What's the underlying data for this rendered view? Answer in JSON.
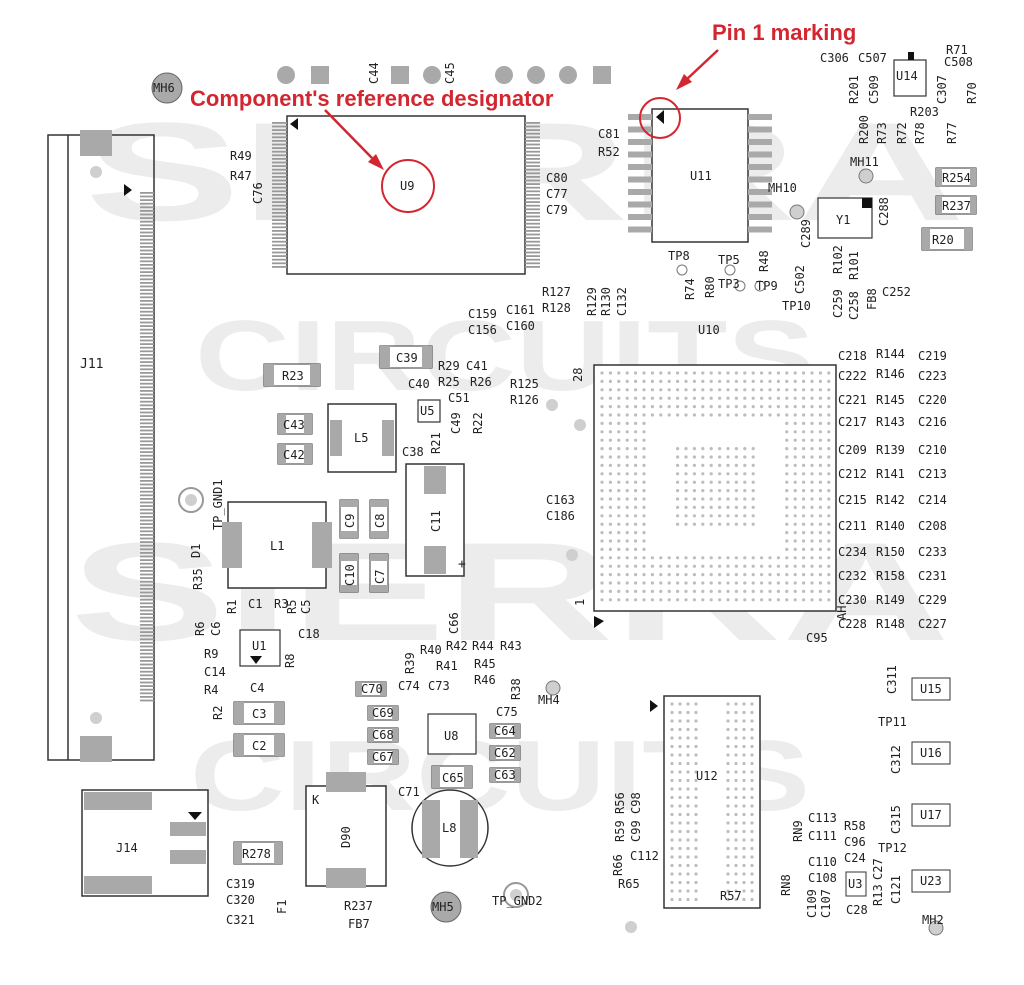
{
  "callouts": {
    "pin1": "Pin 1 marking",
    "refdes": "Component's reference designator"
  },
  "watermark": {
    "top": "SIERRA",
    "top2": "CIRCUITS",
    "bottom": "SIERRA",
    "bottom2": "CIRCUITS"
  },
  "colors": {
    "callout": "#d22630",
    "silk": "#222222",
    "pad": "#a9a9a9",
    "watermark": "#ececec"
  },
  "parts": {
    "MH6": "MH6",
    "MH11": "MH11",
    "MH10": "MH10",
    "MH4": "MH4",
    "MH5": "MH5",
    "MH2": "MH2",
    "U9": "U9",
    "U11": "U11",
    "U14": "U14",
    "Y1": "Y1",
    "U10": "U10",
    "U5": "U5",
    "L5": "L5",
    "L1": "L1",
    "C11": "C11",
    "U1": "U1",
    "U8": "U8",
    "L8": "L8",
    "D90": "D90",
    "J11": "J11",
    "J14": "J14",
    "U12": "U12",
    "U15": "U15",
    "U16": "U16",
    "U17": "U17",
    "U23": "U23",
    "U3": "U3",
    "R23": "R23",
    "C39": "C39",
    "C43": "C43",
    "C42": "C42",
    "C9": "C9",
    "C8": "C8",
    "C10": "C10",
    "C7": "C7",
    "C3": "C3",
    "C2": "C2",
    "C70": "C70",
    "C69": "C69",
    "C68": "C68",
    "C67": "C67",
    "C65": "C65",
    "C64": "C64",
    "C62": "C62",
    "C63": "C63",
    "R278": "R278",
    "R254": "R254",
    "R237": "R237",
    "R20": "R20",
    "R49": "R49",
    "R47": "R47",
    "C76": "C76",
    "C44": "C44",
    "C45": "C45",
    "C81": "C81",
    "R52": "R52",
    "C80": "C80",
    "C77": "C77",
    "C79": "C79",
    "C306": "C306",
    "C507": "C507",
    "R71": "R71",
    "C508": "C508",
    "R70": "R70",
    "R201": "R201",
    "C509": "C509",
    "C307": "C307",
    "R200": "R200",
    "R203": "R203",
    "R73": "R73",
    "R72": "R72",
    "R78": "R78",
    "R77": "R77",
    "C289": "C289",
    "C288": "C288",
    "TP8": "TP8",
    "TP5": "TP5",
    "R48": "R48",
    "R74": "R74",
    "R80": "R80",
    "TP3": "TP3",
    "TP9": "TP9",
    "C502": "C502",
    "TP10": "TP10",
    "R102": "R102",
    "R101": "R101",
    "C259": "C259",
    "C258": "C258",
    "FB8": "FB8",
    "C252": "C252",
    "R127": "R127",
    "R128": "R128",
    "R129": "R129",
    "R130": "R130",
    "C132": "C132",
    "C159": "C159",
    "C161": "C161",
    "C156": "C156",
    "C160": "C160",
    "R29": "R29",
    "C41": "C41",
    "R25": "R25",
    "R26": "R26",
    "C40": "C40",
    "C51": "C51",
    "C49": "C49",
    "R22": "R22",
    "R21": "R21",
    "C38": "C38",
    "R125": "R125",
    "R126": "R126",
    "C218": "C218",
    "R144": "R144",
    "C219": "C219",
    "C222": "C222",
    "R146": "R146",
    "C223": "C223",
    "C221": "C221",
    "R145": "R145",
    "C220": "C220",
    "C217": "C217",
    "R143": "R143",
    "C216": "C216",
    "C209": "C209",
    "R139": "R139",
    "C210": "C210",
    "C212": "C212",
    "R141": "R141",
    "C213": "C213",
    "C215": "C215",
    "R142": "R142",
    "C214": "C214",
    "C211": "C211",
    "R140": "R140",
    "C208": "C208",
    "C234": "C234",
    "R150": "R150",
    "C233": "C233",
    "C232": "C232",
    "R158": "R158",
    "C231": "C231",
    "C230": "C230",
    "R149": "R149",
    "C229": "C229",
    "C228": "C228",
    "R148": "R148",
    "C227": "C227",
    "C163": "C163",
    "C186": "C186",
    "C95": "C95",
    "TP_GND1": "TP_GND1",
    "TP_GND2": "TP_GND2",
    "D1": "D1",
    "R35": "R35",
    "R1": "R1",
    "C1": "C1",
    "R3": "R3",
    "R5": "R5",
    "C5": "C5",
    "R6": "R6",
    "C6": "C6",
    "C18": "C18",
    "R9": "R9",
    "R8": "R8",
    "C14": "C14",
    "R4": "R4",
    "C4": "C4",
    "R2": "R2",
    "C66": "C66",
    "R40": "R40",
    "R42": "R42",
    "R44": "R44",
    "R43": "R43",
    "R39": "R39",
    "R41": "R41",
    "R45": "R45",
    "C74": "C74",
    "C73": "C73",
    "R46": "R46",
    "R38": "R38",
    "C75": "C75",
    "C71": "C71",
    "K": "K",
    "C319": "C319",
    "C320": "C320",
    "C321": "C321",
    "F1": "F1",
    "R237b": "R237",
    "FB7": "FB7",
    "R56": "R56",
    "C98": "C98",
    "R59": "R59",
    "C99": "C99",
    "R66": "R66",
    "C112": "C112",
    "R65": "R65",
    "R57": "R57",
    "C113": "C113",
    "RN9": "RN9",
    "C111": "C111",
    "R58": "R58",
    "C96": "C96",
    "C110": "C110",
    "C24": "C24",
    "C108": "C108",
    "RN8": "RN8",
    "C109": "C109",
    "C107": "C107",
    "C28": "C28",
    "C27": "C27",
    "R13": "R13",
    "C121": "C121",
    "C311": "C311",
    "TP11": "TP11",
    "C312": "C312",
    "C315": "C315",
    "TP12": "TP12",
    "pin28": "28",
    "pin1": "1",
    "pinAH": "AH"
  }
}
